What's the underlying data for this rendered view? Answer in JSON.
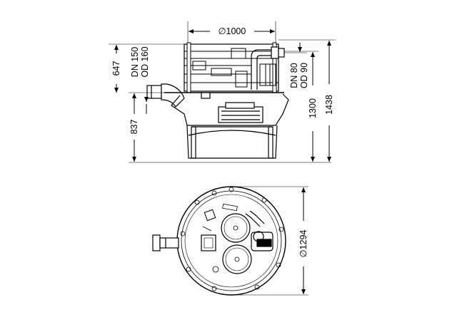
{
  "side_view": {
    "diameter_label": "∅1000",
    "inlet_label_1": "DN 150",
    "inlet_label_2": "OD 160",
    "outlet_label_1": "DN 80",
    "outlet_label_2": "OD 90",
    "dim_inlet_top": "647",
    "dim_inlet_height": "837",
    "dim_outlet_height": "1300",
    "dim_total_height": "1438"
  },
  "plan_view": {
    "diameter_label": "∅1294"
  }
}
